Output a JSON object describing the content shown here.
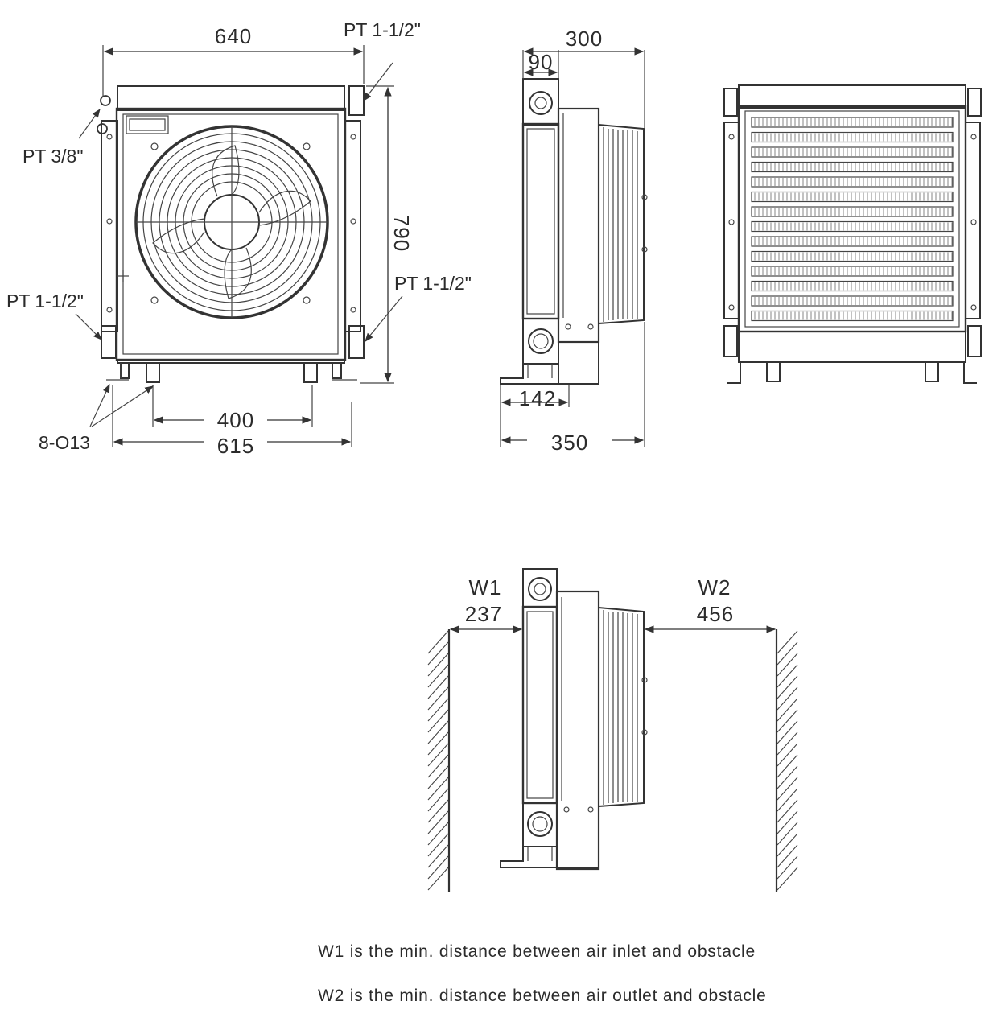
{
  "front_view": {
    "width_dim": "640",
    "height_dim": "790",
    "mount_dim_inner": "400",
    "mount_dim_outer": "615",
    "port_top_right": "PT 1-1/2\"",
    "port_small_left": "PT 3/8\"",
    "port_bottom_left": "PT 1-1/2\"",
    "port_bottom_right": "PT 1-1/2\"",
    "mount_holes": "8-O13"
  },
  "side_view": {
    "depth_dim": "300",
    "port_offset_dim": "90",
    "foot_dim": "142",
    "total_depth_dim": "350"
  },
  "clearance_view": {
    "w1_label": "W1",
    "w1_value": "237",
    "w2_label": "W2",
    "w2_value": "456"
  },
  "notes": {
    "w1_note": "W1 is the min. distance between air inlet and obstacle",
    "w2_note": "W2 is the min. distance between air outlet and obstacle"
  },
  "colors": {
    "line": "#333333",
    "background": "#ffffff"
  }
}
